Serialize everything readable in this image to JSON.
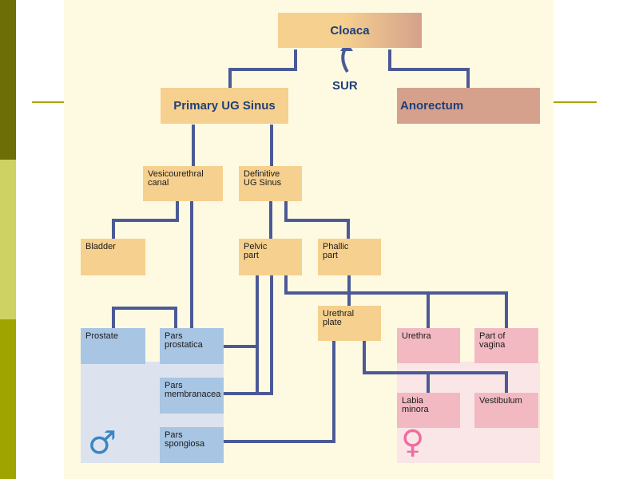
{
  "diagram": {
    "title": "Cloaca",
    "arrow_label": "SUR",
    "nodes": {
      "primary_ug_sinus": "Primary UG Sinus",
      "anorectum": "Anorectum",
      "vesicourethral_canal": "Vesicourethral\ncanal",
      "definitive_ug_sinus": "Definitive\nUG Sinus",
      "bladder": "Bladder",
      "pelvic_part": "Pelvic\npart",
      "phallic_part": "Phallic\npart",
      "urethral_plate": "Urethral\nplate",
      "prostate": "Prostate",
      "pars_prostatica": "Pars\nprostatica",
      "pars_membranacea": "Pars\nmembranacea",
      "pars_spongiosa": "Pars\nspongiosa",
      "urethra": "Urethra",
      "part_of_vagina": "Part of\nvagina",
      "labia_minora": "Labia\nminora",
      "vestibulum": "Vestibulum"
    },
    "symbols": {
      "male": "♂",
      "female": "♀"
    }
  },
  "colors": {
    "panel": "#fefae2",
    "connector": "#4b5a96",
    "orange_box": "#f6d08e",
    "rose_box": "#d5a18c",
    "blue_box": "#a8c5e4",
    "pink_box": "#f2b9c2",
    "male_region": "#dde3ee",
    "female_region": "#fae6e6",
    "slide_olive_dark": "#6e6e06",
    "slide_olive_light": "#cdd263",
    "slide_olive_mid": "#a0a400",
    "slide_rule": "#a8a400"
  }
}
